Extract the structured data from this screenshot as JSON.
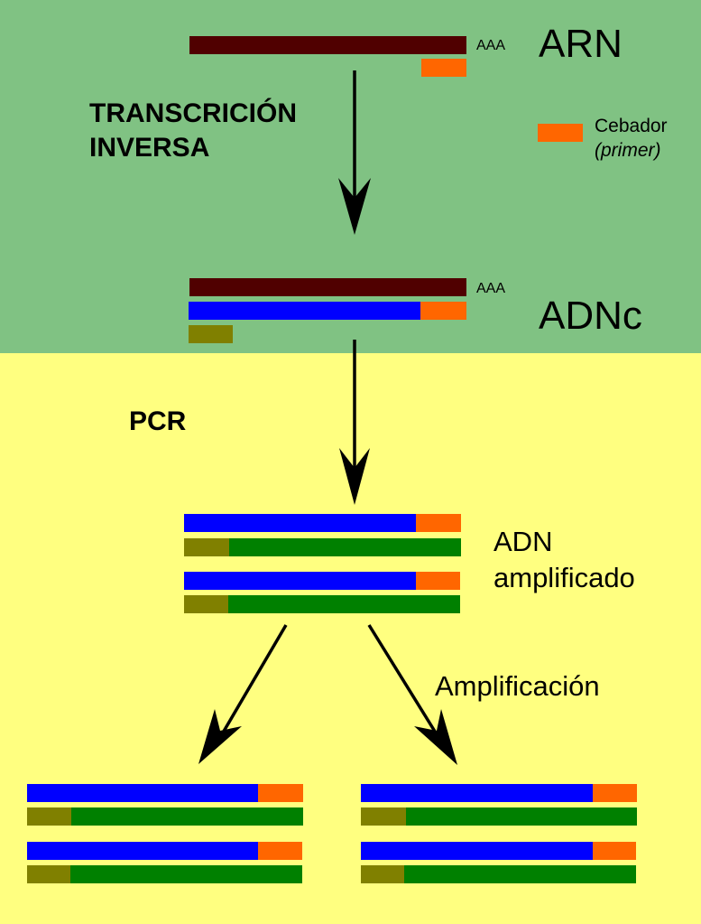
{
  "colors": {
    "rt_background": "#80c283",
    "pcr_background": "#ffff80",
    "rna": "#500000",
    "cdna": "#0000ff",
    "primer": "#ff6600",
    "second_primer": "#808000",
    "complementary_strand": "#008000"
  },
  "rt_section": {
    "rna_label": "ARN",
    "polya_tail": "AAA",
    "step_label_line1": "TRANSCRICIÓN",
    "step_label_line2": "INVERSA",
    "legend": {
      "primer_label": "Cebador",
      "primer_label_en": "(primer)"
    },
    "cdna_label": "ADNc",
    "cdna_polya_tail": "AAA"
  },
  "pcr_section": {
    "step_label": "PCR",
    "amplified_label_line1": "ADN",
    "amplified_label_line2": "amplificado",
    "amplification_label": "Amplificación"
  }
}
